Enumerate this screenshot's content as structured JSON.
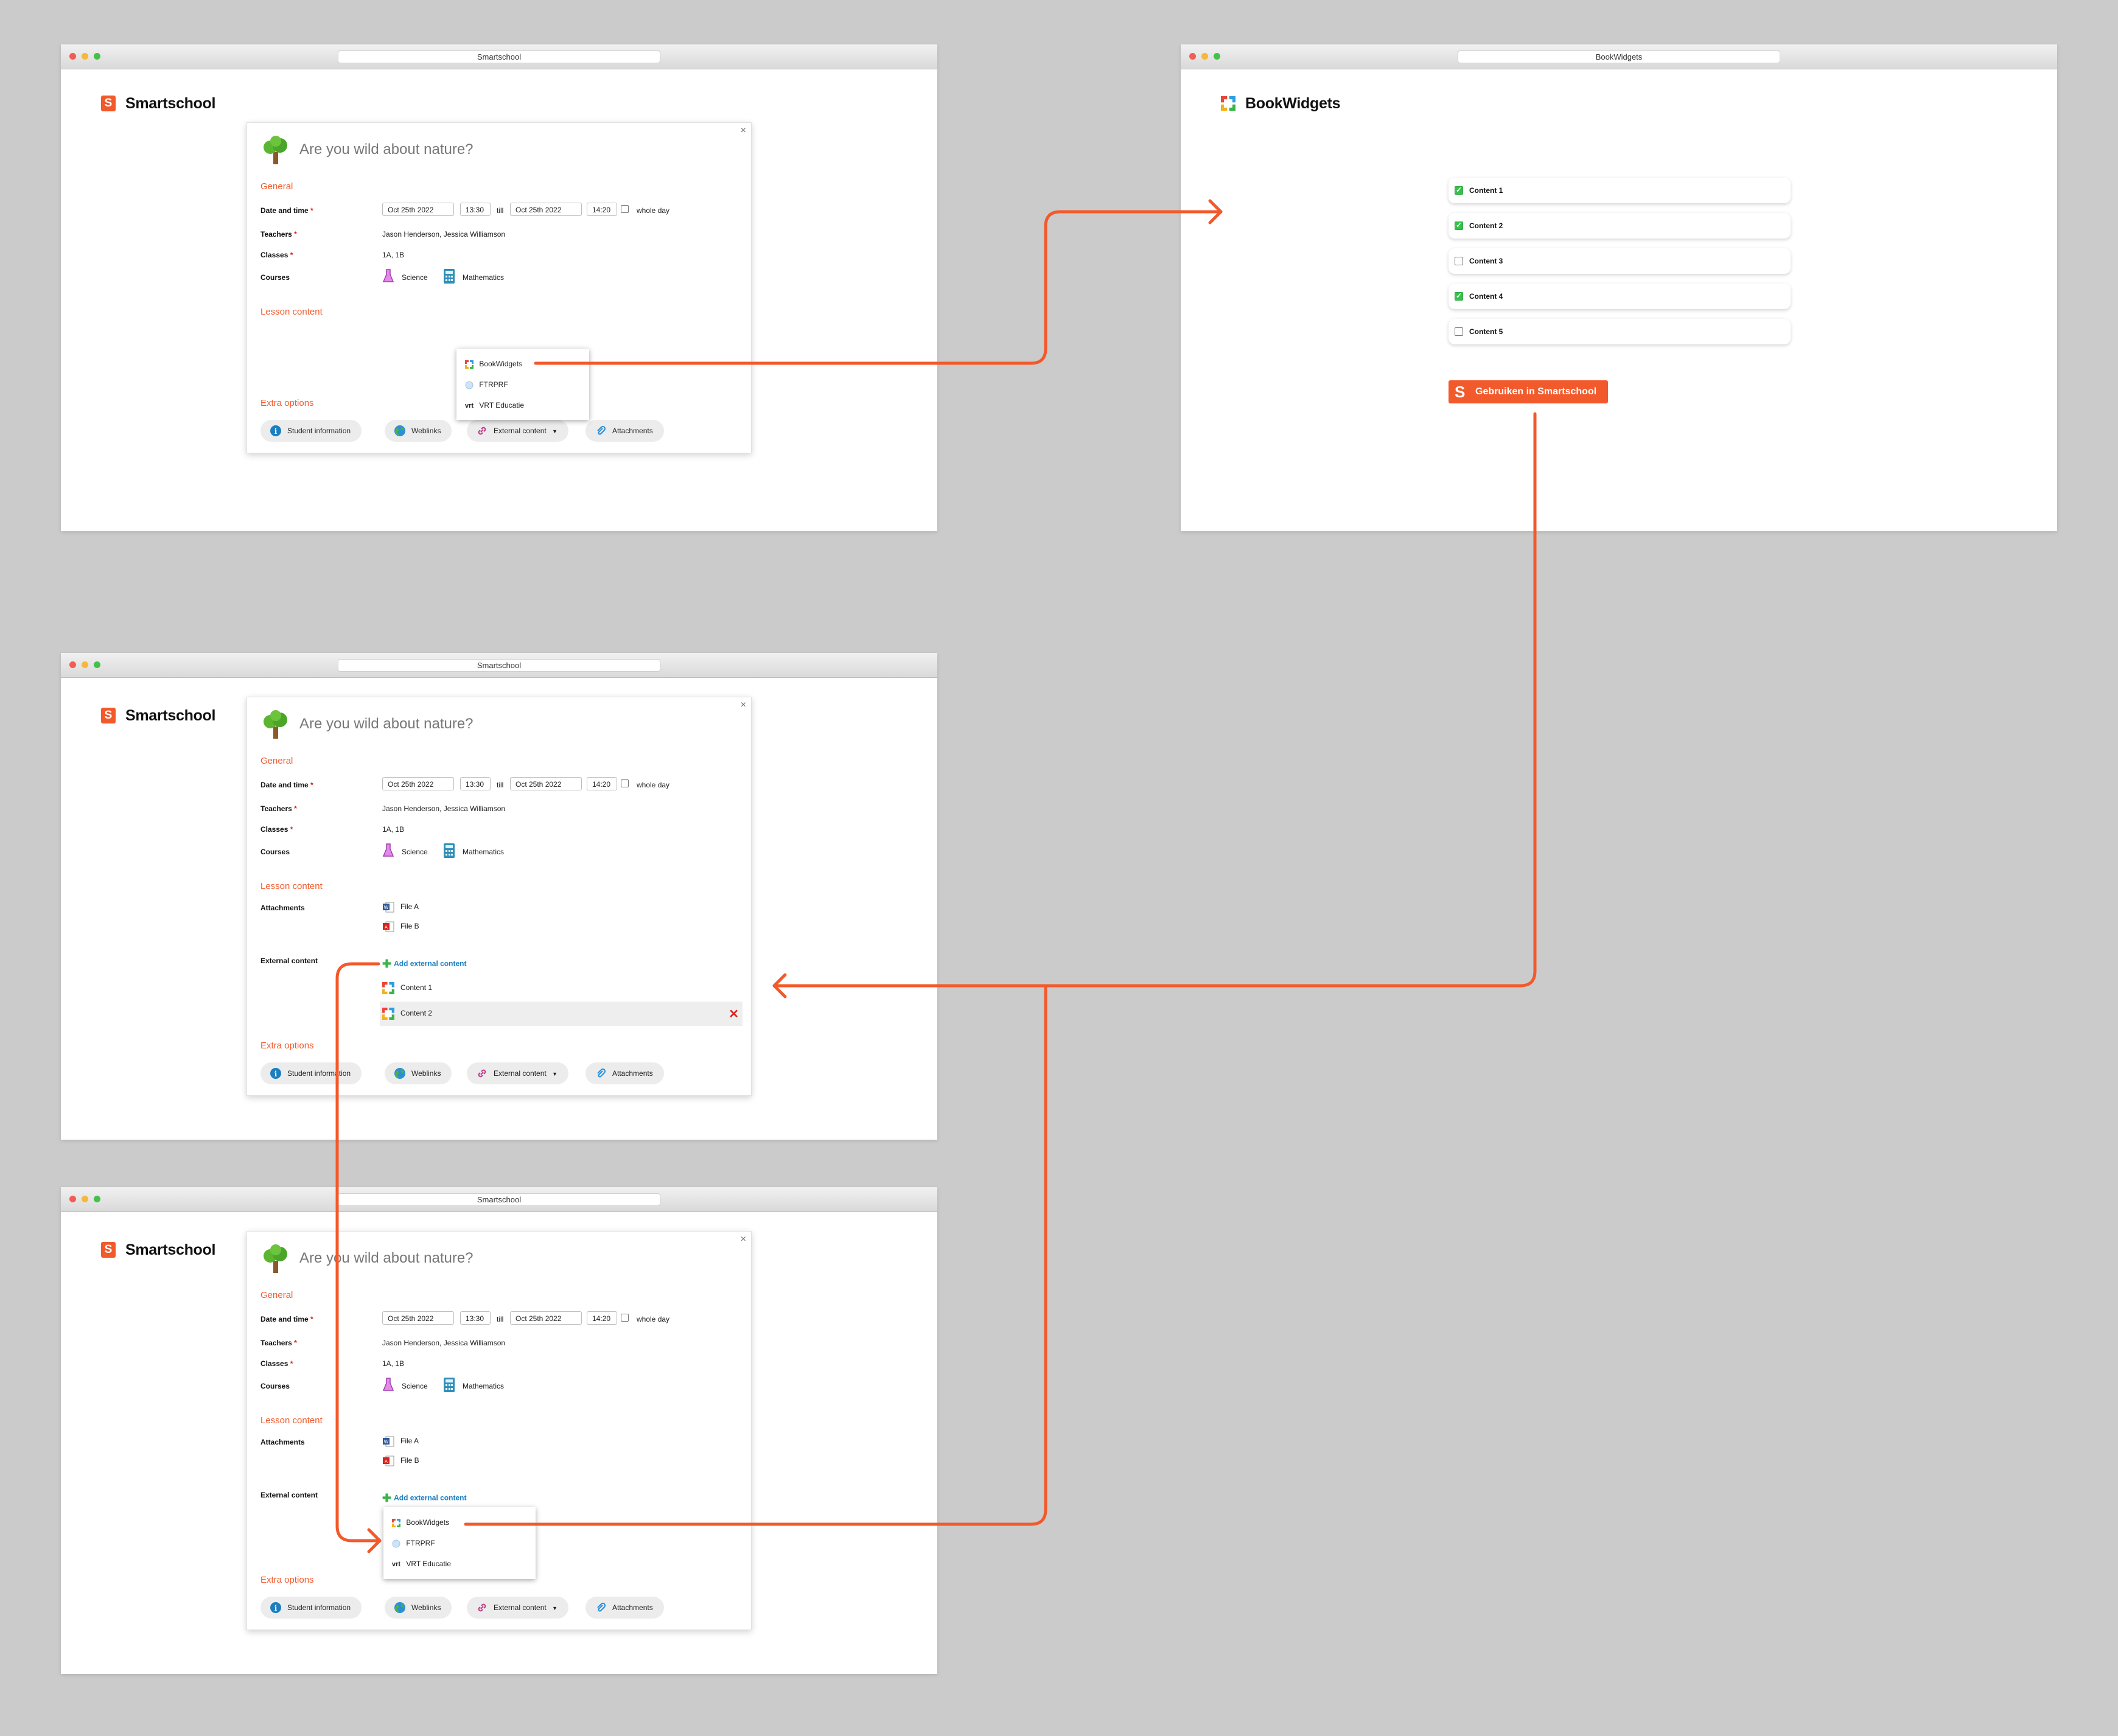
{
  "windows": {
    "w1": {
      "url": "Smartschool",
      "brand": "Smartschool"
    },
    "w2": {
      "url": "BookWidgets",
      "brand": "BookWidgets"
    },
    "w3": {
      "url": "Smartschool",
      "brand": "Smartschool"
    },
    "w4": {
      "url": "Smartschool",
      "brand": "Smartschool"
    }
  },
  "dialog": {
    "title": "Are you wild about nature?",
    "close": "×",
    "general_heading": "General",
    "date_label": "Date and time",
    "required_mark": "*",
    "start_date": "Oct 25th 2022",
    "start_time": "13:30",
    "till": "till",
    "end_date": "Oct 25th 2022",
    "end_time": "14:20",
    "whole_day": "whole day",
    "teachers_label": "Teachers",
    "teachers_value": "Jason Henderson, Jessica Williamson",
    "classes_label": "Classes",
    "classes_value": "1A, 1B",
    "courses_label": "Courses",
    "course_1": "Science",
    "course_2": "Mathematics",
    "lesson_heading": "Lesson content",
    "attachments_label": "Attachments",
    "file_a": "File A",
    "file_b": "File B",
    "external_label": "External content",
    "add_external": "Add external content",
    "content_1": "Content 1",
    "content_2": "Content 2",
    "remove": "✕",
    "extra_heading": "Extra options",
    "buttons": {
      "student_info": "Student information",
      "weblinks": "Weblinks",
      "external": "External content",
      "external_caret": "▼",
      "attachments": "Attachments"
    }
  },
  "menu": {
    "items": [
      "BookWidgets",
      "FTRPRF",
      "VRT Educatie"
    ],
    "vrt_mark": "vrt"
  },
  "bookwidgets": {
    "items": [
      {
        "label": "Content 1",
        "checked": true
      },
      {
        "label": "Content 2",
        "checked": true
      },
      {
        "label": "Content 3",
        "checked": false
      },
      {
        "label": "Content 4",
        "checked": true
      },
      {
        "label": "Content 5",
        "checked": false
      }
    ],
    "button_icon": "S",
    "button_label": "Gebruiken in Smartschool"
  },
  "colors": {
    "accent": "#f2592b",
    "link": "#1a7fc1",
    "check_green": "#34c24b",
    "remove_red": "#e02020",
    "add_green": "#3cb34a"
  }
}
